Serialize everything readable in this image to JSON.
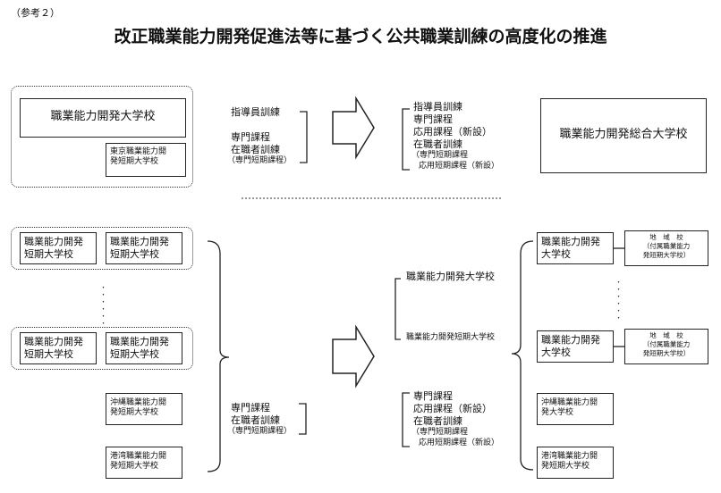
{
  "header": {
    "note": "（参考２）",
    "title": "改正職業能力開発促進法等に基づく公共職業訓練の高度化の推進"
  },
  "top": {
    "current_univ": "職業能力開発大学校",
    "current_sub": "東京職業能力開\n発短期大学校",
    "courses_left": [
      "指導員訓練",
      "専門課程",
      "在職者訓練",
      "（専門短期課程）"
    ],
    "courses_right": [
      "指導員訓練",
      "専門課程",
      "応用課程（新設）",
      "在職者訓練",
      "（専門短期課程",
      "応用短期課程（新設）"
    ],
    "new_univ": "職業能力開発総合大学校"
  },
  "bottom": {
    "junior_college": "職業能力開発\n短期大学校",
    "okinawa": "沖縄職業能力開\n発短期大学校",
    "minato": "港湾職業能力開\n発短期大学校",
    "courses_left": [
      "専門課程",
      "在職者訓練",
      "（専門短期課程）"
    ],
    "new_univ_label": "職業能力開発大学校",
    "new_junior_label": "職業能力開発短期大学校",
    "courses_right": [
      "専門課程",
      "応用課程（新設）",
      "在職者訓練",
      "（専門短期課程",
      "応用短期課程（新設）"
    ],
    "right_univ": "職業能力開発\n大学校",
    "regional": "地　域　校\n（付属職業能力\n発短期大学校）",
    "okinawa_right": "沖縄職業能力開\n発大学校",
    "minato_right": "港湾職業能力開\n発短期大学校"
  },
  "vertical_dots": "・\n・\n・\n・\n・\n・"
}
